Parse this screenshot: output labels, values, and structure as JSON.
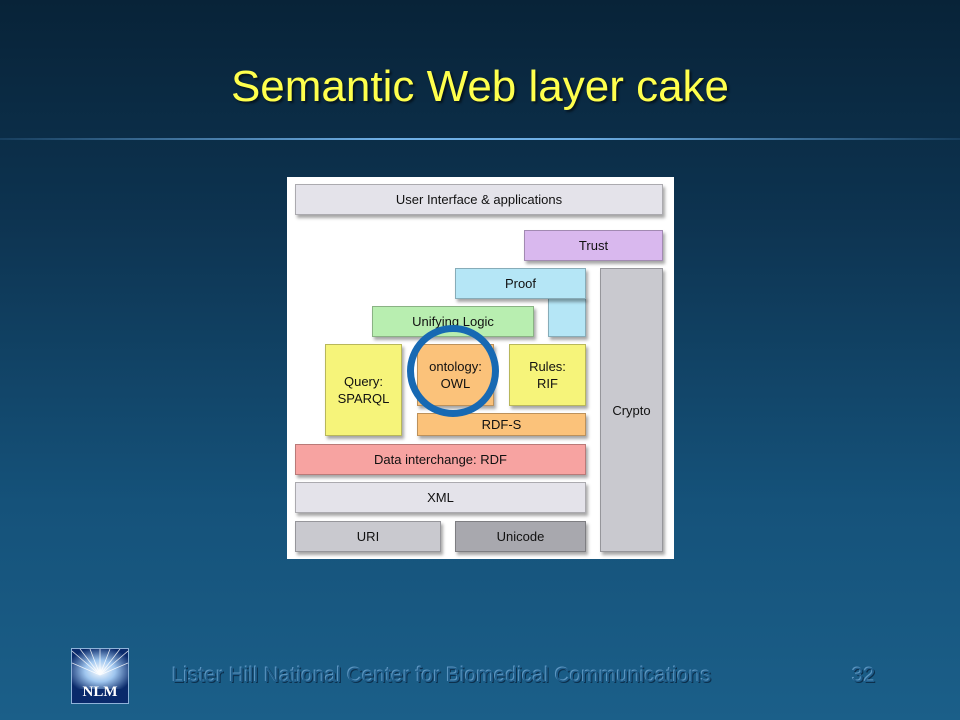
{
  "slide": {
    "title": "Semantic Web layer cake",
    "footer_credit": "Lister Hill National Center for Biomedical Communications",
    "slide_number": "32",
    "logo_text": "NLM"
  },
  "diagram": {
    "layers": [
      {
        "id": "user-interface",
        "label": "User Interface & applications",
        "color": "#e4e3ea"
      },
      {
        "id": "trust",
        "label": "Trust",
        "color": "#d9b8ee"
      },
      {
        "id": "proof",
        "label": "Proof",
        "color": "#b5e6f6"
      },
      {
        "id": "unifying-logic",
        "label": "Unifying Logic",
        "color": "#b8eeb0"
      },
      {
        "id": "query",
        "label": "Query:\nSPARQL",
        "color": "#f6f47a"
      },
      {
        "id": "ontology",
        "label": "ontology:\nOWL",
        "color": "#fbc27a"
      },
      {
        "id": "rules",
        "label": "Rules:\nRIF",
        "color": "#f6f47a"
      },
      {
        "id": "rdf-s",
        "label": "RDF-S",
        "color": "#fbc27a"
      },
      {
        "id": "rdf",
        "label": "Data interchange: RDF",
        "color": "#f7a3a1"
      },
      {
        "id": "xml",
        "label": "XML",
        "color": "#e4e3ea"
      },
      {
        "id": "uri",
        "label": "URI",
        "color": "#c9c9cf"
      },
      {
        "id": "unicode",
        "label": "Unicode",
        "color": "#a8a8ae"
      },
      {
        "id": "crypto",
        "label": "Crypto",
        "color": "#c9c9cf"
      }
    ],
    "highlight": {
      "target": "ontology",
      "color": "#1769b3"
    }
  }
}
